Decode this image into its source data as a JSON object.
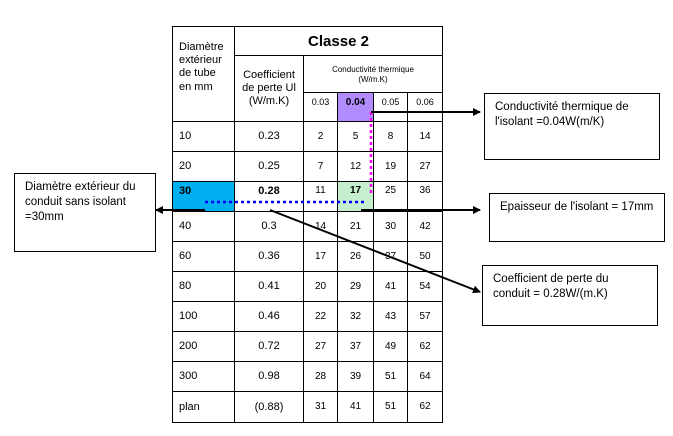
{
  "table": {
    "class_title": "Classe 2",
    "col_diameter": "Diamètre extérieur de tube en mm",
    "col_coeff": "Coefficient de perte Ul (W/m.K)",
    "col_conductivity": "Conductivité thermique (W/m.K)",
    "conductivity_values": [
      "0.03",
      "0.04",
      "0.05",
      "0.06"
    ],
    "rows": [
      {
        "diameter": "10",
        "coeff": "0.23",
        "values": [
          "2",
          "5",
          "8",
          "14"
        ]
      },
      {
        "diameter": "20",
        "coeff": "0.25",
        "values": [
          "7",
          "12",
          "19",
          "27"
        ]
      },
      {
        "diameter": "30",
        "coeff": "0.28",
        "values": [
          "11",
          "17",
          "25",
          "36"
        ]
      },
      {
        "diameter": "40",
        "coeff": "0.3",
        "values": [
          "14",
          "21",
          "30",
          "42"
        ]
      },
      {
        "diameter": "60",
        "coeff": "0.36",
        "values": [
          "17",
          "26",
          "37",
          "50"
        ]
      },
      {
        "diameter": "80",
        "coeff": "0.41",
        "values": [
          "20",
          "29",
          "41",
          "54"
        ]
      },
      {
        "diameter": "100",
        "coeff": "0.46",
        "values": [
          "22",
          "32",
          "43",
          "57"
        ]
      },
      {
        "diameter": "200",
        "coeff": "0.72",
        "values": [
          "27",
          "37",
          "49",
          "62"
        ]
      },
      {
        "diameter": "300",
        "coeff": "0.98",
        "values": [
          "28",
          "39",
          "51",
          "64"
        ]
      },
      {
        "diameter": "plan",
        "coeff": "(0.88)",
        "values": [
          "31",
          "41",
          "51",
          "62"
        ]
      }
    ]
  },
  "callouts": {
    "conductivity": "Conductivité thermique de l'isolant =0.04W(m/K)",
    "diameter": "Diamètre extérieur du conduit sans isolant =30mm",
    "thickness": "Epaisseur de l'isolant = 17mm",
    "coefficient": "Coefficient de perte du conduit = 0.28W/(m.K)"
  },
  "colors": {
    "highlight_diameter": "#00b0f0",
    "highlight_conductivity": "#b28cff",
    "highlight_thickness": "#c6efce",
    "dotted_blue": "#0000ff",
    "dotted_magenta": "#ff00ff"
  }
}
